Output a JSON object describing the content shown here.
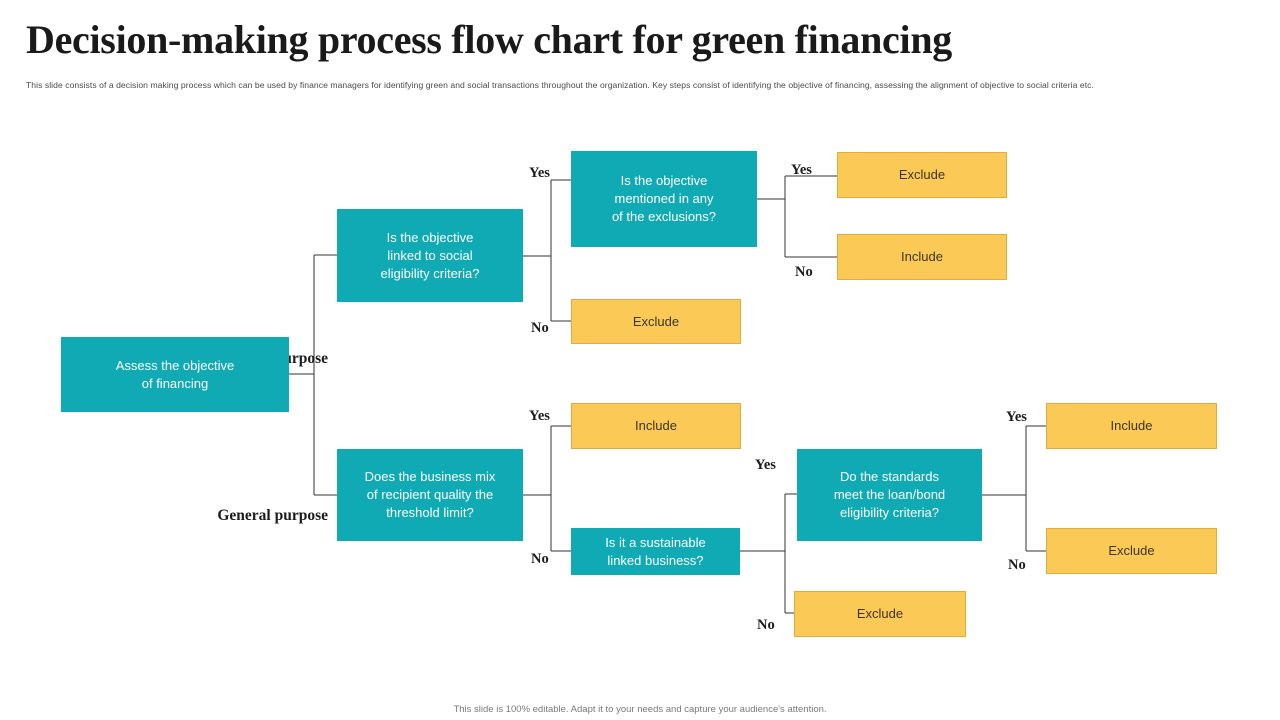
{
  "slide": {
    "title": "Decision-making process flow chart for green financing",
    "subtitle": "This slide consists of a decision making  process which can be used by finance managers  for identifying green and social transactions throughout the organization. Key steps consist of identifying the objective of financing, assessing the alignment  of objective to social criteria etc.",
    "footer": "This slide is 100% editable. Adapt it to your needs and capture your audience's attention."
  },
  "colors": {
    "teal": "#10aab4",
    "amber": "#fbca56",
    "amber_border": "#e0ad3c",
    "connector": "#333333",
    "title": "#1a1a1a",
    "subtitle": "#4b4b4b",
    "footer": "#7a7a7a"
  },
  "chart_data": {
    "type": "diagram",
    "diagram_kind": "decision-tree-flowchart",
    "title": "Decision-making process flow chart for green financing",
    "nodes": [
      {
        "id": "start",
        "label": "Assess the objective of financing",
        "kind": "decision-teal"
      },
      {
        "id": "social",
        "label": "Is the objective linked to social eligibility criteria?",
        "kind": "decision-teal"
      },
      {
        "id": "exclusions",
        "label": "Is the objective mentioned in any of the exclusions?",
        "kind": "decision-teal"
      },
      {
        "id": "excl_top",
        "label": "Exclude",
        "kind": "outcome-amber"
      },
      {
        "id": "incl_top",
        "label": "Include",
        "kind": "outcome-amber"
      },
      {
        "id": "excl_mid",
        "label": "Exclude",
        "kind": "outcome-amber"
      },
      {
        "id": "businessmix",
        "label": "Does the business mix of recipient quality the threshold limit?",
        "kind": "decision-teal"
      },
      {
        "id": "incl_low",
        "label": "Include",
        "kind": "outcome-amber"
      },
      {
        "id": "sustainable",
        "label": "Is it a sustainable linked business?",
        "kind": "decision-teal"
      },
      {
        "id": "standards",
        "label": "Do the standards meet the loan/bond eligibility criteria?",
        "kind": "decision-teal"
      },
      {
        "id": "incl_right",
        "label": "Include",
        "kind": "outcome-amber"
      },
      {
        "id": "excl_right",
        "label": "Exclude",
        "kind": "outcome-amber"
      },
      {
        "id": "excl_bottom",
        "label": "Exclude",
        "kind": "outcome-amber"
      }
    ],
    "branch_labels": [
      {
        "id": "dedicated",
        "label": "Dedicated purpose"
      },
      {
        "id": "general",
        "label": "General purpose"
      }
    ],
    "edges": [
      {
        "from": "start",
        "to": "social",
        "label": "Dedicated purpose"
      },
      {
        "from": "start",
        "to": "businessmix",
        "label": "General purpose"
      },
      {
        "from": "social",
        "to": "exclusions",
        "label": "Yes"
      },
      {
        "from": "social",
        "to": "excl_mid",
        "label": "No"
      },
      {
        "from": "exclusions",
        "to": "excl_top",
        "label": "Yes"
      },
      {
        "from": "exclusions",
        "to": "incl_top",
        "label": "No"
      },
      {
        "from": "businessmix",
        "to": "incl_low",
        "label": "Yes"
      },
      {
        "from": "businessmix",
        "to": "sustainable",
        "label": "No"
      },
      {
        "from": "sustainable",
        "to": "standards",
        "label": "Yes"
      },
      {
        "from": "sustainable",
        "to": "excl_bottom",
        "label": "No"
      },
      {
        "from": "standards",
        "to": "incl_right",
        "label": "Yes"
      },
      {
        "from": "standards",
        "to": "excl_right",
        "label": "No"
      }
    ]
  },
  "nodes": {
    "start": {
      "label": "Assess the objective\nof financing"
    },
    "social": {
      "label": "Is the objective\nlinked to social\neligibility  criteria?"
    },
    "exclusions": {
      "label": "Is the objective\nmentioned in any\nof the exclusions?"
    },
    "excl_top": {
      "label": "Exclude"
    },
    "incl_top": {
      "label": "Include"
    },
    "excl_mid": {
      "label": "Exclude"
    },
    "businessmix": {
      "label": "Does the business mix\nof recipient quality the\nthreshold limit?"
    },
    "incl_low": {
      "label": "Include"
    },
    "sustainable": {
      "label": "Is it a sustainable\nlinked business?"
    },
    "standards": {
      "label": "Do the standards\nmeet the loan/bond\neligibility  criteria?"
    },
    "incl_right": {
      "label": "Include"
    },
    "excl_right": {
      "label": "Exclude"
    },
    "excl_bottom": {
      "label": "Exclude"
    }
  },
  "branches": {
    "dedicated": "Dedicated purpose",
    "general": "General purpose"
  },
  "edge_labels": {
    "social_yes": "Yes",
    "social_no": "No",
    "exclusions_yes": "Yes",
    "exclusions_no": "No",
    "mix_yes": "Yes",
    "mix_no": "No",
    "sustainable_yes": "Yes",
    "sustainable_no": "No",
    "standards_yes": "Yes",
    "standards_no": "No"
  }
}
